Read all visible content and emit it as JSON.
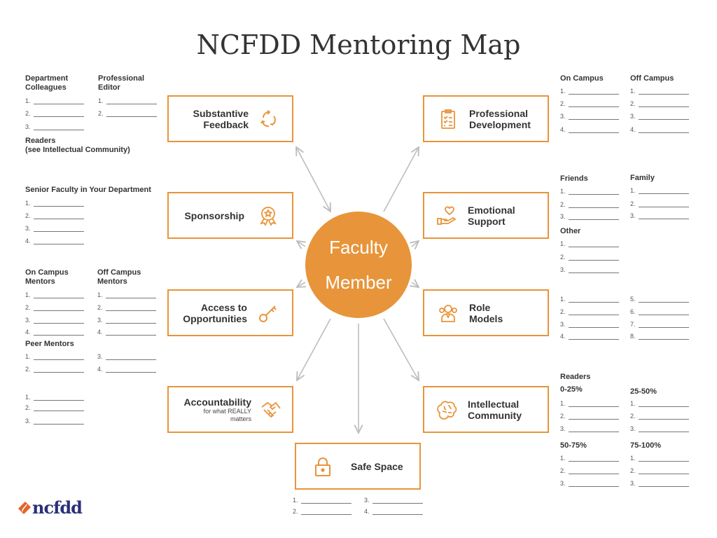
{
  "title": "NCFDD Mentoring Map",
  "center": {
    "line1": "Faculty",
    "line2": "Member"
  },
  "boxes": {
    "substantive": {
      "line1": "Substantive",
      "line2": "Feedback",
      "icon": "refresh-cycle-icon"
    },
    "sponsorship": {
      "line1": "Sponsorship",
      "icon": "award-ribbon-icon"
    },
    "access": {
      "line1": "Access to",
      "line2": "Opportunities",
      "icon": "key-icon"
    },
    "accountability": {
      "line1": "Accountability",
      "sub1": "for what REALLY",
      "sub2": "matters",
      "icon": "handshake-icon"
    },
    "safe": {
      "line1": "Safe Space",
      "icon": "padlock-icon"
    },
    "profdev": {
      "line1": "Professional",
      "line2": "Development",
      "icon": "clipboard-checklist-icon"
    },
    "emotional": {
      "line1": "Emotional",
      "line2": "Support",
      "icon": "hand-heart-icon"
    },
    "role": {
      "line1": "Role",
      "line2": "Models",
      "icon": "people-icon"
    },
    "intellectual": {
      "line1": "Intellectual",
      "line2": "Community",
      "icon": "brain-icon"
    }
  },
  "groups": [
    {
      "id": "dept-colleagues",
      "label": "Department\nColleagues",
      "items": [
        "1.",
        "2.",
        "3."
      ]
    },
    {
      "id": "professional-editor",
      "label": "Professional\nEditor",
      "items": [
        "1.",
        "2."
      ]
    },
    {
      "id": "readers-note",
      "label": "Readers\n(see Intellectual Community)",
      "items": []
    },
    {
      "id": "senior-faculty",
      "label": "Senior Faculty in Your Department",
      "items": [
        "1.",
        "2.",
        "3.",
        "4."
      ]
    },
    {
      "id": "on-campus-mentors",
      "label": "On Campus\nMentors",
      "items": [
        "1.",
        "2.",
        "3.",
        "4."
      ]
    },
    {
      "id": "off-campus-mentors",
      "label": "Off Campus\nMentors",
      "items": [
        "1.",
        "2.",
        "3.",
        "4."
      ]
    },
    {
      "id": "peer-mentors",
      "label": "Peer Mentors",
      "items": [
        "1.",
        "2."
      ]
    },
    {
      "id": "peer-mentors-b",
      "label": "",
      "items": [
        "3.",
        "4."
      ]
    },
    {
      "id": "accountability-list",
      "label": "",
      "items": [
        "1.",
        "2.",
        "3."
      ]
    },
    {
      "id": "pd-on-campus",
      "label": "On Campus",
      "items": [
        "1.",
        "2.",
        "3.",
        "4."
      ]
    },
    {
      "id": "pd-off-campus",
      "label": "Off Campus",
      "items": [
        "1.",
        "2.",
        "3.",
        "4."
      ]
    },
    {
      "id": "friends",
      "label": "Friends",
      "items": [
        "1.",
        "2.",
        "3."
      ]
    },
    {
      "id": "family",
      "label": "Family",
      "items": [
        "1.",
        "2.",
        "3."
      ]
    },
    {
      "id": "other",
      "label": "Other",
      "items": [
        "1.",
        "2.",
        "3."
      ]
    },
    {
      "id": "role-a",
      "label": "",
      "items": [
        "1.",
        "2.",
        "3.",
        "4."
      ]
    },
    {
      "id": "role-b",
      "label": "",
      "items": [
        "5.",
        "6.",
        "7.",
        "8."
      ]
    },
    {
      "id": "readers-heading",
      "label": "Readers",
      "items": []
    },
    {
      "id": "readers-0-25",
      "label": "0-25%",
      "items": [
        "1.",
        "2.",
        "3."
      ]
    },
    {
      "id": "readers-25-50",
      "label": "25-50%",
      "items": [
        "1.",
        "2.",
        "3."
      ]
    },
    {
      "id": "readers-50-75",
      "label": "50-75%",
      "items": [
        "1.",
        "2.",
        "3."
      ]
    },
    {
      "id": "readers-75-100",
      "label": "75-100%",
      "items": [
        "1.",
        "2.",
        "3."
      ]
    },
    {
      "id": "safe-a",
      "label": "",
      "items": [
        "1.",
        "2."
      ]
    },
    {
      "id": "safe-b",
      "label": "",
      "items": [
        "3.",
        "4."
      ]
    }
  ],
  "logo": {
    "text": "ncfdd"
  },
  "colors": {
    "accent": "#e8943a",
    "arrow": "#bdbdbd",
    "logo": "#2b2f7a"
  }
}
